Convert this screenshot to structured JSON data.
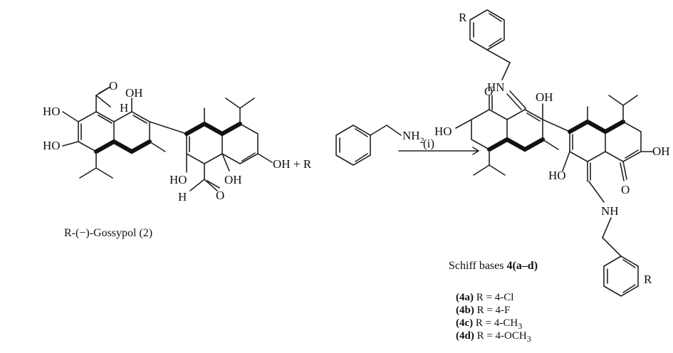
{
  "gossypol": {
    "name": "R-(−)-Gossypol (2)",
    "atoms": {
      "ho1": "HO",
      "ho2": "HO",
      "oh1": "OH",
      "o1": "O",
      "h1": "H",
      "ho3": "HO",
      "oh2": "OH",
      "oh3": "OH",
      "o2": "O",
      "h2": "H"
    }
  },
  "reagent": {
    "plus1": "+ R",
    "nh2": "NH",
    "nh2_sub": "2"
  },
  "arrow": {
    "condition": "(i)"
  },
  "product": {
    "atoms": {
      "r_top": "R",
      "hn": "HN",
      "ho_l": "HO",
      "o_l": "O",
      "oh_m": "OH",
      "ho_r": "HO",
      "o_r": "O",
      "oh_r": "OH",
      "nh": "NH",
      "r_bot": "R"
    },
    "caption_prefix": "Schiff bases ",
    "caption_bold": "4(a–d)",
    "variants": [
      {
        "label": "(4a)",
        "text": " R = 4-Cl",
        "sub": ""
      },
      {
        "label": "(4b)",
        "text": " R = 4-F",
        "sub": ""
      },
      {
        "label": "(4c)",
        "text": " R = 4-CH",
        "sub": "3"
      },
      {
        "label": "(4d)",
        "text": " R = 4-OCH",
        "sub": "3"
      }
    ]
  }
}
